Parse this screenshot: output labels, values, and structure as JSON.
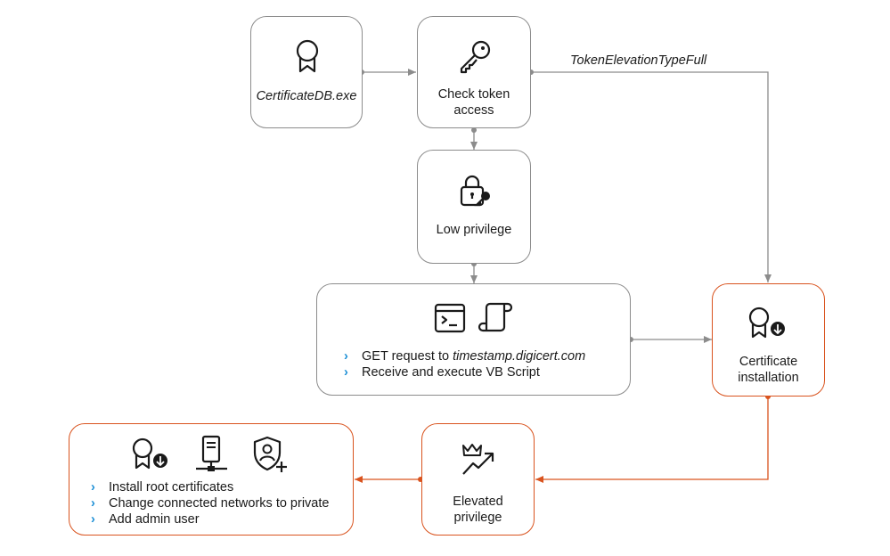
{
  "nodes": {
    "certdb": {
      "label": "CertificateDB.exe",
      "icon": "award-ribbon-icon"
    },
    "check_token": {
      "label_line1": "Check token",
      "label_line2": "access",
      "icon": "key-icon"
    },
    "low_priv": {
      "label": "Low privilege",
      "icon": "lock-key-icon"
    },
    "script": {
      "icons": [
        "terminal-window-icon",
        "script-scroll-icon"
      ],
      "bullets": [
        {
          "prefix": "GET request to ",
          "emphasis": "timestamp.digicert.com"
        },
        {
          "prefix": "Receive and execute VB Script",
          "emphasis": ""
        }
      ]
    },
    "cert_install": {
      "label_line1": "Certificate",
      "label_line2": "installation",
      "icon": "award-download-icon"
    },
    "elevated": {
      "label_line1": "Elevated",
      "label_line2": "privilege",
      "icon": "crown-trend-icon"
    },
    "actions": {
      "icons": [
        "award-download-icon",
        "network-server-icon",
        "shield-user-add-icon"
      ],
      "bullets": [
        "Install root certificates",
        "Change connected networks to private",
        "Add admin user"
      ]
    }
  },
  "edges": {
    "token_full_label": "TokenElevationTypeFull"
  },
  "colors": {
    "gray": "#8c8c8c",
    "orange": "#d9531e",
    "bullet": "#1e90d6",
    "icon": "#1a1a1a"
  }
}
